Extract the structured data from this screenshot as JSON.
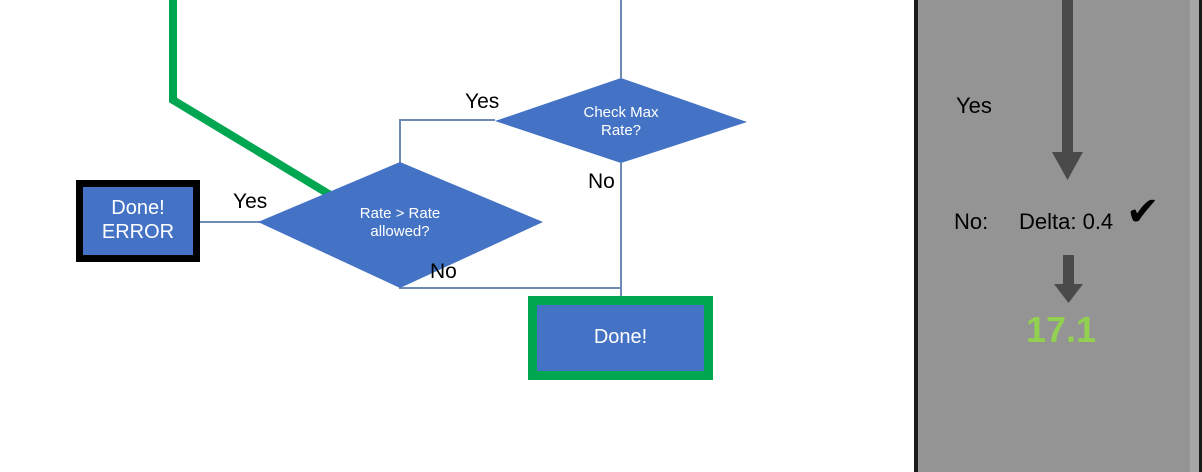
{
  "flowchart": {
    "nodes": [
      {
        "id": "done-error",
        "type": "process",
        "label_line1": "Done!",
        "label_line2": "ERROR",
        "fill": "#4472C4",
        "border_color": "#000000",
        "text_color": "#FFFFFF"
      },
      {
        "id": "rate-check",
        "type": "decision",
        "label_line1": "Rate > Rate",
        "label_line2": "allowed?",
        "fill": "#4472C4",
        "text_color": "#FFFFFF"
      },
      {
        "id": "check-max-rate",
        "type": "decision",
        "label_line1": "Check Max",
        "label_line2": "Rate?",
        "fill": "#4472C4",
        "text_color": "#FFFFFF"
      },
      {
        "id": "done-ok",
        "type": "process",
        "label_line1": "Done!",
        "fill": "#4472C4",
        "border_color": "#00A650",
        "text_color": "#FFFFFF"
      }
    ],
    "edge_labels": {
      "rate_check_yes": "Yes",
      "rate_check_no": "No",
      "check_max_yes": "Yes",
      "check_max_no": "No"
    },
    "connector_color": "#6E8BB5",
    "highlight_color": "#00A650"
  },
  "panel": {
    "background": "#949494",
    "yes_label": "Yes",
    "no_label": "No:",
    "delta_label": "Delta: 0.4",
    "check_mark": "✔",
    "result_value": "17.1",
    "result_color": "#92D050",
    "arrow_color": "#4A4A4A"
  }
}
